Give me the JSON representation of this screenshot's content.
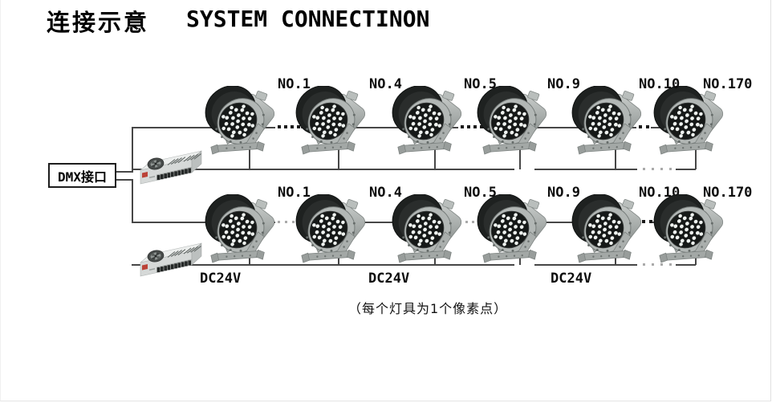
{
  "page": {
    "title_zh": "连接示意",
    "title_en": "SYSTEM CONNECTINON"
  },
  "diagram": {
    "dmx_label": "DMX接口",
    "row1": {
      "lamp_labels": [
        "NO.1",
        "NO.4",
        "NO.5",
        "NO.9",
        "NO.10",
        "NO.170"
      ]
    },
    "row2": {
      "lamp_labels": [
        "NO.1",
        "NO.4",
        "NO.5",
        "NO.9",
        "NO.10",
        "NO.170"
      ]
    },
    "power_labels": [
      "DC24V",
      "DC24V",
      "DC24V"
    ],
    "caption": "（每个灯具为1个像素点）",
    "icons": {
      "lamp": "led-spotlight-icon",
      "psu": "switching-power-supply-icon"
    },
    "colors": {
      "wire": "#474747",
      "bus_gap_dot": "#aaaaaa",
      "ellipsis_dot": "#1a1a1a",
      "lamp_hood": "#1e2120",
      "lamp_body": "#b2b7b5",
      "psu_body": "#e0e3e2",
      "psu_accent_red": "#bb4237"
    }
  }
}
